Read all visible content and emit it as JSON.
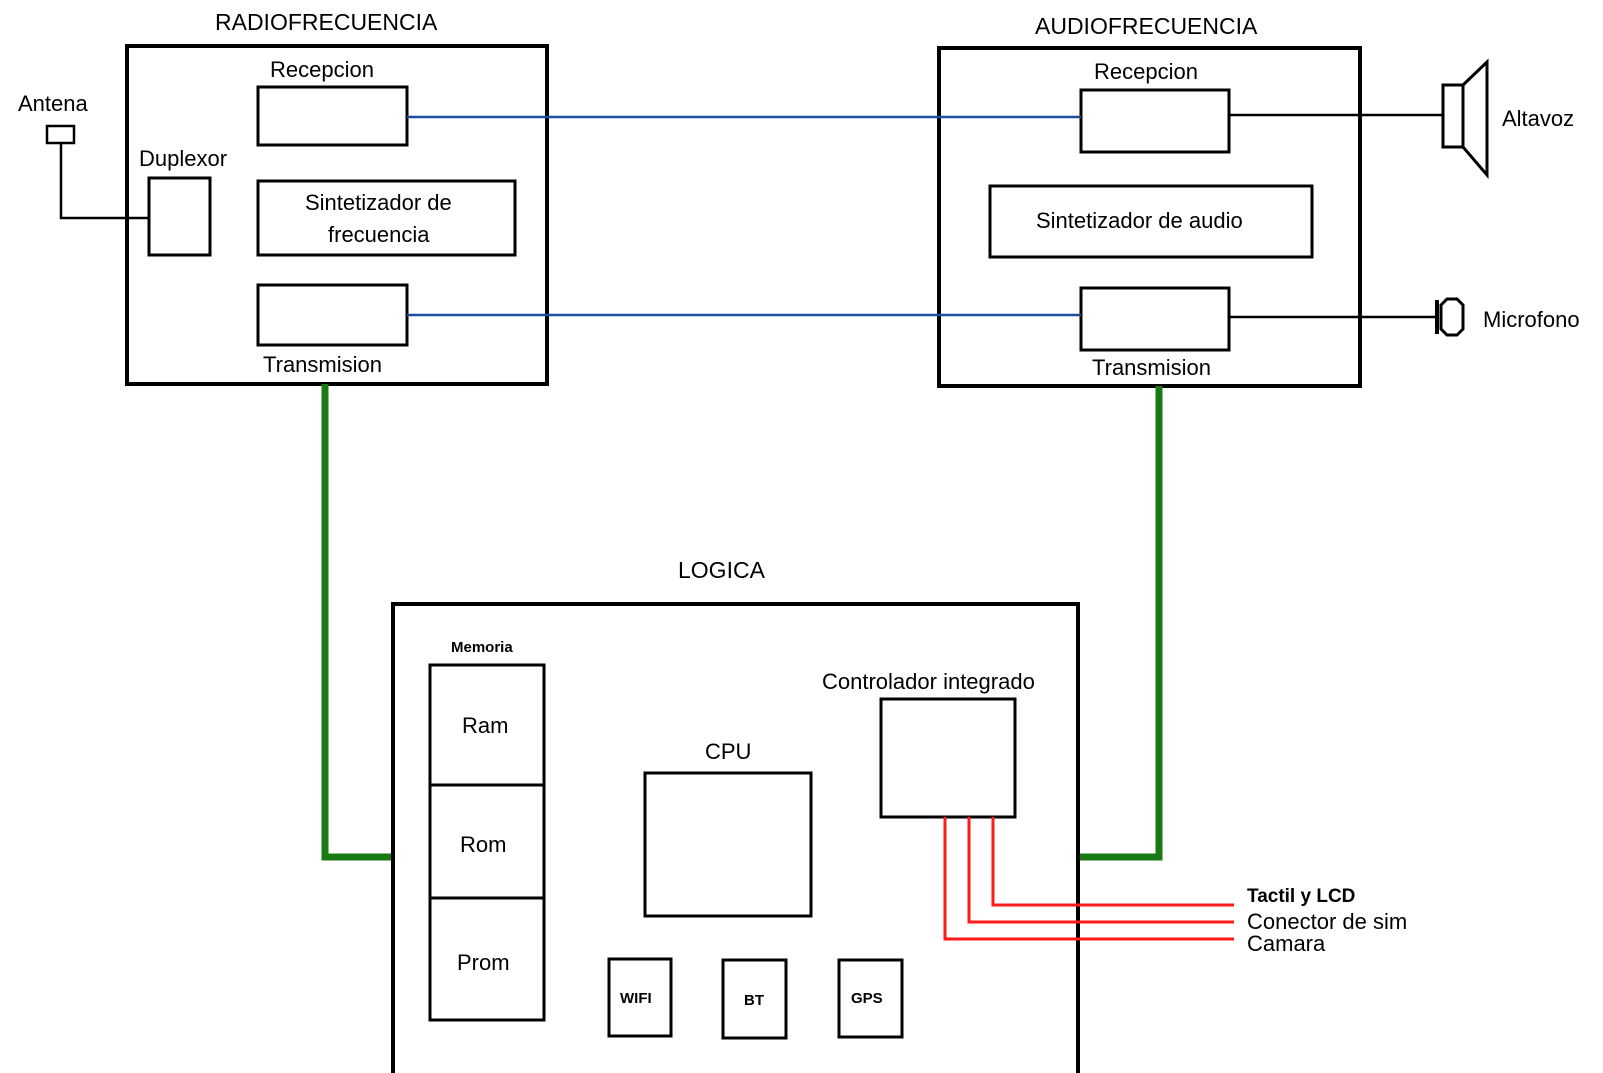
{
  "radio": {
    "title": "RADIOFRECUENCIA",
    "reception": "Recepcion",
    "duplexer": "Duplexor",
    "synth_line1": "Sintetizador de",
    "synth_line2": "frecuencia",
    "transmission": "Transmision"
  },
  "antenna": "Antena",
  "audio": {
    "title": "AUDIOFRECUENCIA",
    "reception": "Recepcion",
    "synth": "Sintetizador de audio",
    "transmission": "Transmision"
  },
  "speaker": "Altavoz",
  "microphone": "Microfono",
  "logic": {
    "title": "LOGICA",
    "memory": "Memoria",
    "ram": "Ram",
    "rom": "Rom",
    "prom": "Prom",
    "cpu": "CPU",
    "controller": "Controlador integrado",
    "wifi": "WIFI",
    "bt": "BT",
    "gps": "GPS"
  },
  "outputs": {
    "touch_lcd": "Tactil y LCD",
    "sim": "Conector de sim",
    "camera": "Camara"
  },
  "colors": {
    "rf_audio_link": "#1e4d9b",
    "logic_bus": "#1a7a12",
    "peripheral_lines": "#ff1a1a"
  }
}
